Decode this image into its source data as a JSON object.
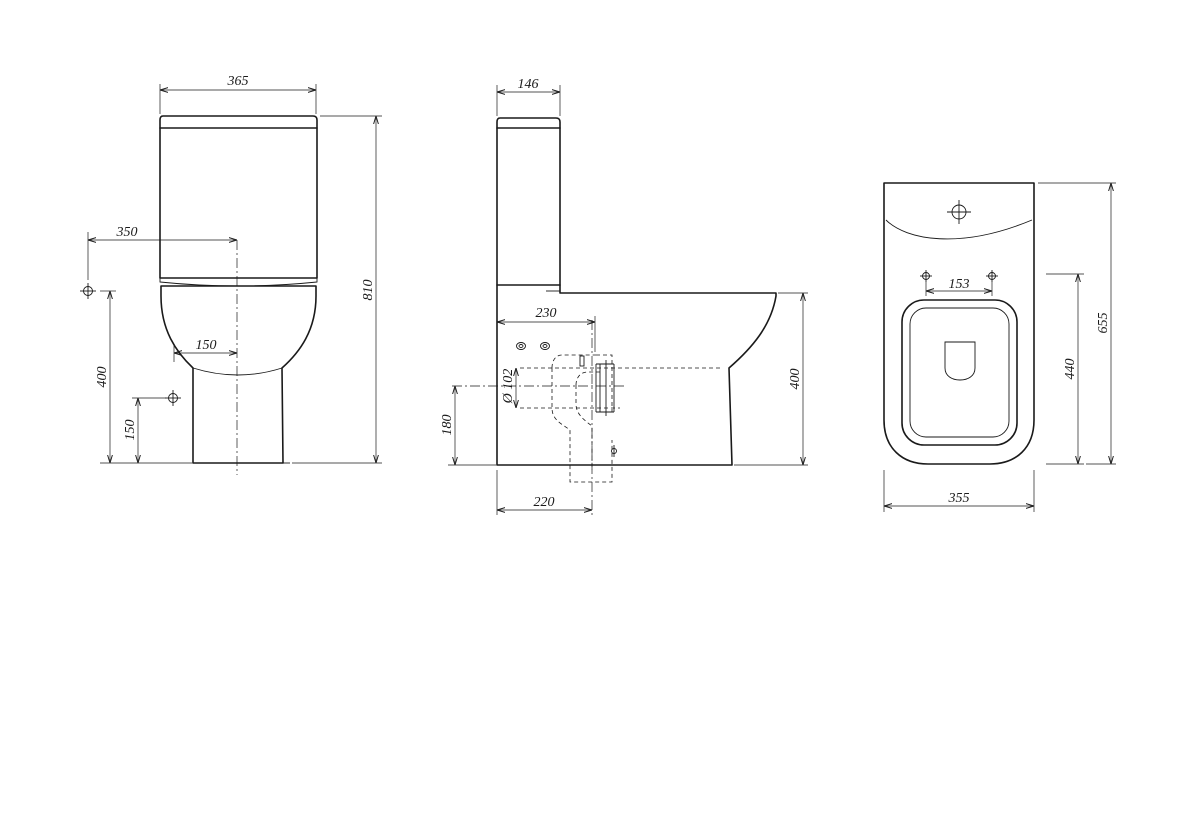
{
  "dimensions": {
    "front_width": "365",
    "front_water_inlet_offset": "350",
    "front_pan_half_width": "150",
    "front_inlet_height": "400",
    "front_lower_inlet_height": "150",
    "front_total_height": "810",
    "side_cistern_depth": "146",
    "side_outlet_distance": "230",
    "side_outlet_diameter": "Ø 102",
    "side_outlet_height": "180",
    "side_floor_outlet_distance": "220",
    "side_pan_height": "400",
    "top_fixing_spacing": "153",
    "top_width": "355",
    "top_pan_length": "440",
    "top_total_length": "655"
  }
}
